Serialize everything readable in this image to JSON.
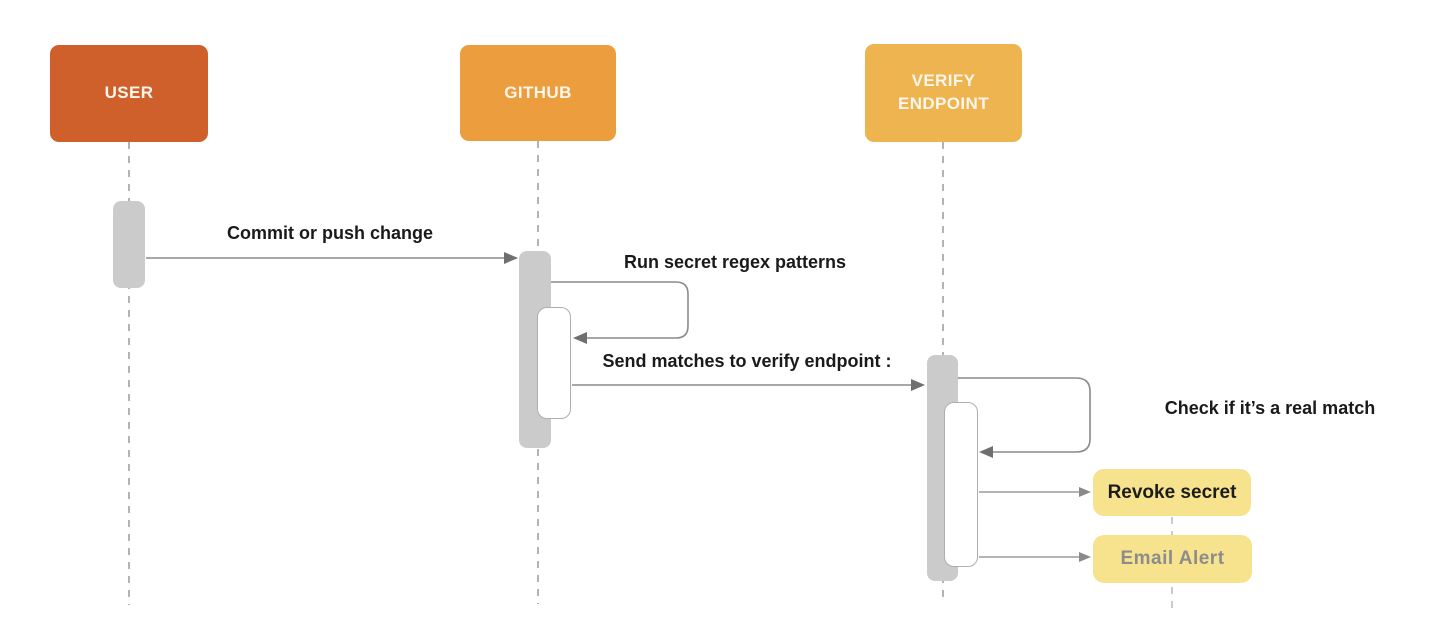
{
  "actors": [
    {
      "label": "USER",
      "color": "#d0602b"
    },
    {
      "label": "GITHUB",
      "color": "#ec9d3e"
    },
    {
      "label": "VERIFY ENDPOINT",
      "line1": "VERIFY",
      "line2": "ENDPOINT",
      "color": "#edb44f"
    }
  ],
  "messages": {
    "commit": "Commit or push change",
    "regex": "Run secret regex patterns",
    "send": "Send matches to verify endpoint :",
    "check": "Check if it’s a real match"
  },
  "results": [
    {
      "label": "Revoke secret",
      "text_color": "#1c1c1c",
      "bg": "#f7e28e"
    },
    {
      "label": "Email Alert",
      "text_color": "#8c8c8c",
      "bg": "#f7e28e"
    }
  ],
  "colors": {
    "activation_bar": "#cbcbcb",
    "nested_bar_border": "#aeaeae",
    "lifeline": "#ababab",
    "message_line": "#8c8c8c",
    "arrowhead": "#6f6f6f"
  }
}
